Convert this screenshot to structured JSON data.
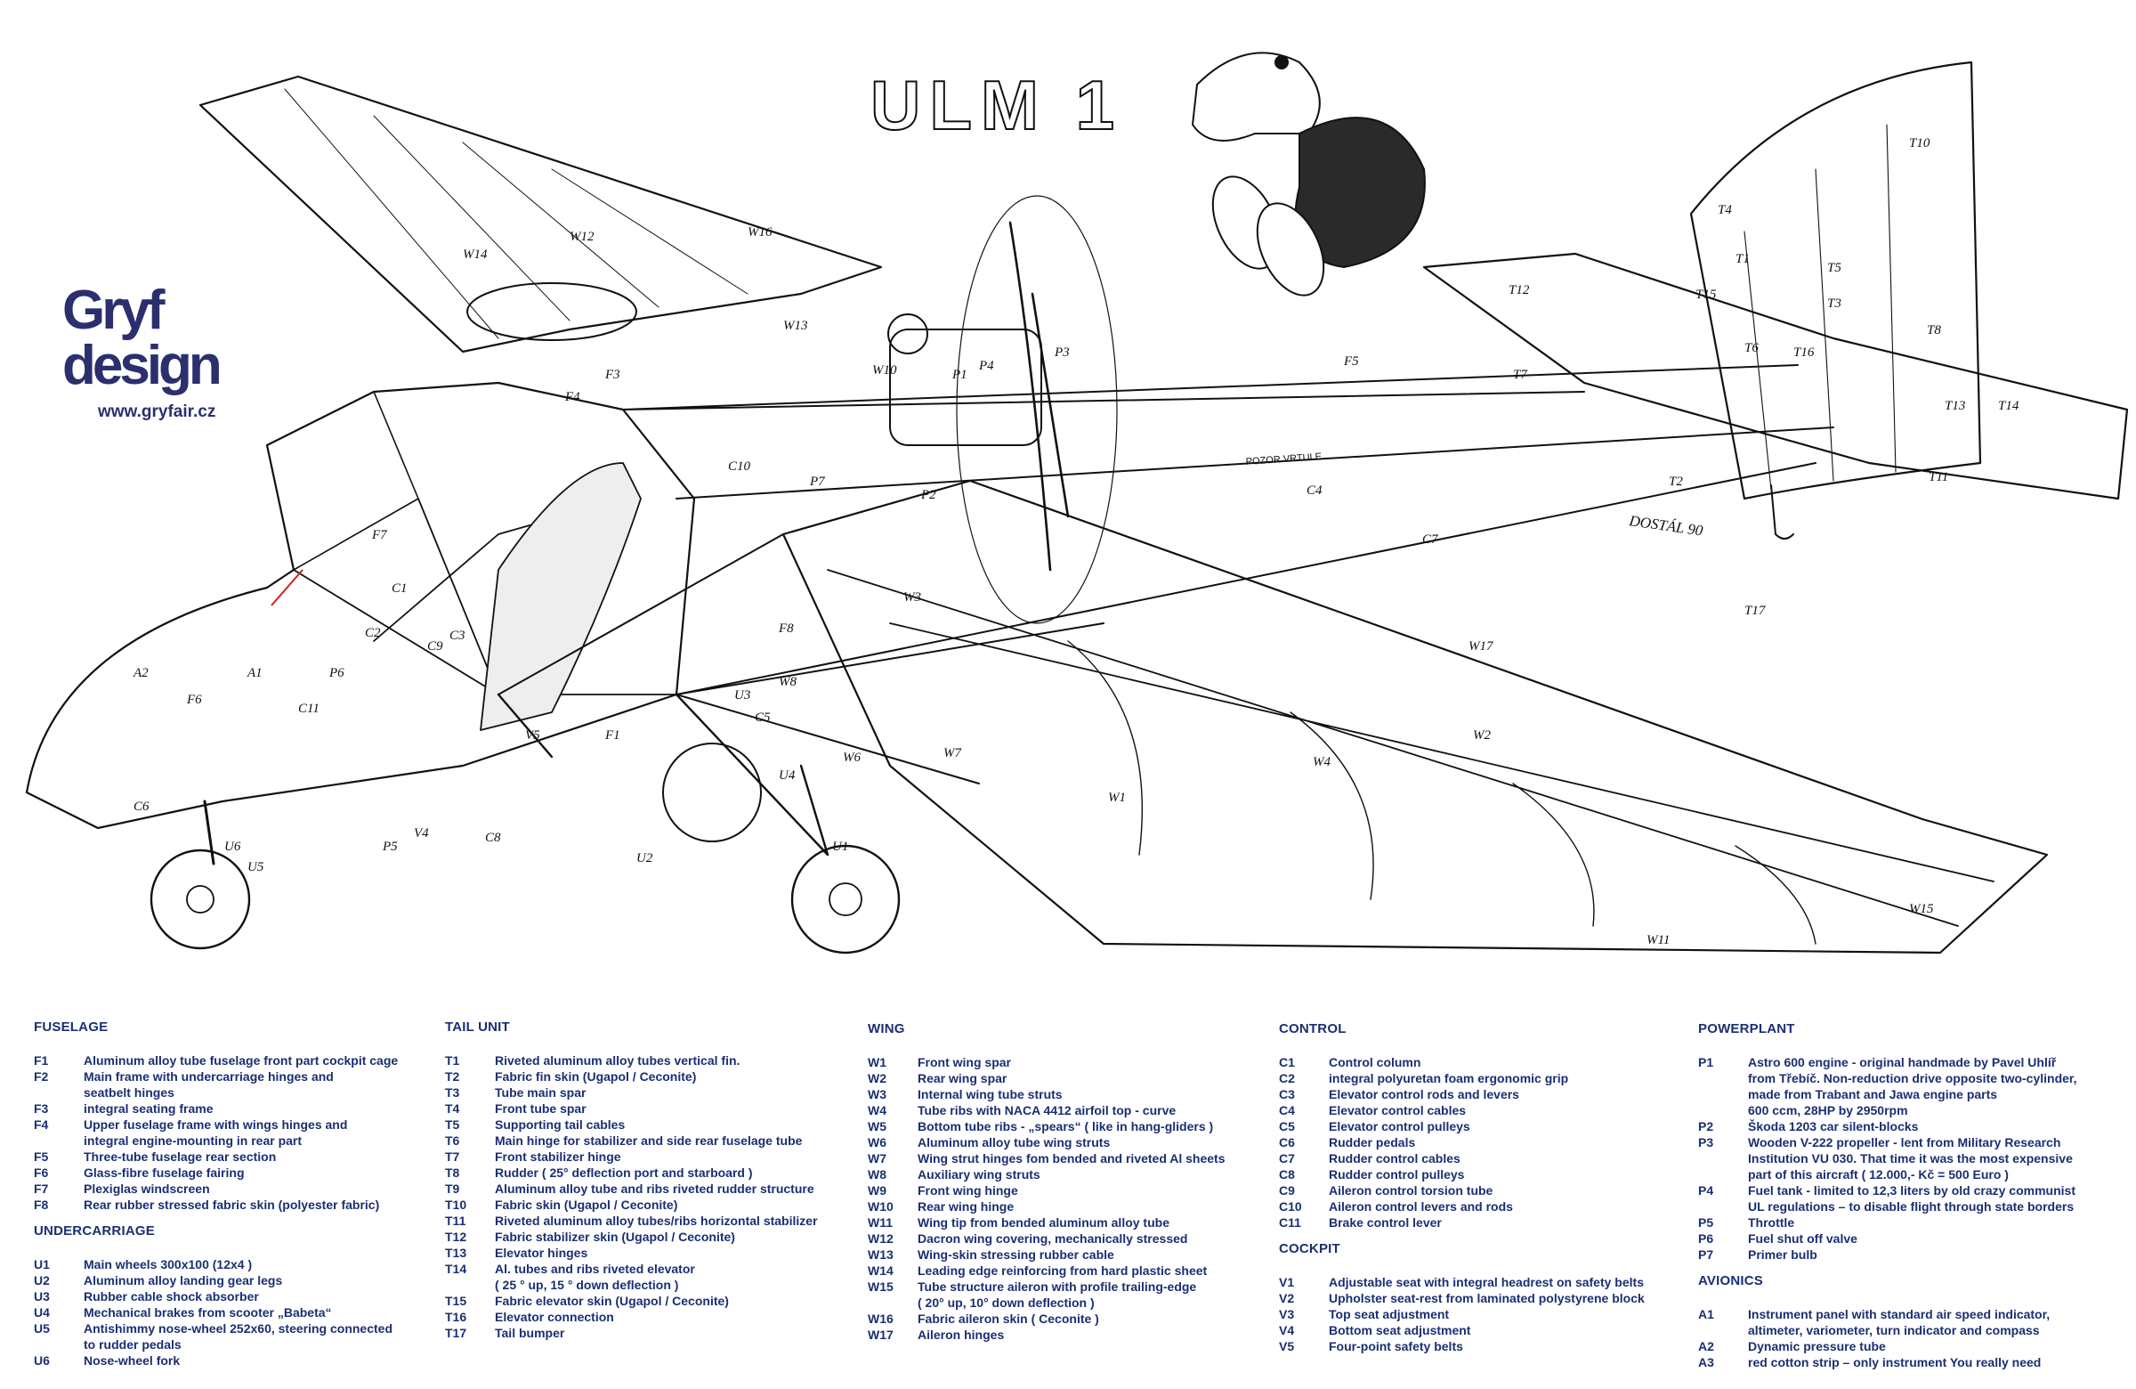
{
  "title": "ULM 1",
  "brand": {
    "logo": "Gryf design",
    "url": "www.gryfair.cz"
  },
  "signature": "DOSTÁL 90",
  "stencil": "POZOR VRTULE",
  "drawing_labels": [
    "W14",
    "W12",
    "W16",
    "W13",
    "W10",
    "P4",
    "P3",
    "P1",
    "P2",
    "P7",
    "F4",
    "F3",
    "F7",
    "F6",
    "F5",
    "F8",
    "F1",
    "A1",
    "A2",
    "C1",
    "C2",
    "C3",
    "C9",
    "C11",
    "C8",
    "C10",
    "C6",
    "C4",
    "C7",
    "C5",
    "P5",
    "P6",
    "V4",
    "V5",
    "U1",
    "U2",
    "U3",
    "U4",
    "U5",
    "U6",
    "W1",
    "W2",
    "W3",
    "W4",
    "W6",
    "W7",
    "W8",
    "W11",
    "W15",
    "W17",
    "T1",
    "T2",
    "T3",
    "T4",
    "T5",
    "T6",
    "T7",
    "T8",
    "T10",
    "T11",
    "T12",
    "T13",
    "T14",
    "T15",
    "T16",
    "T17"
  ],
  "legend": {
    "fuselage": {
      "heading": "FUSELAGE",
      "items": [
        {
          "code": "F1",
          "text": "Aluminum alloy tube fuselage front part cockpit cage"
        },
        {
          "code": "F2",
          "text": "Main frame with undercarriage hinges and\nseatbelt hinges"
        },
        {
          "code": "F3",
          "text": "integral seating frame"
        },
        {
          "code": "F4",
          "text": "Upper fuselage frame with wings hinges and\nintegral engine-mounting in rear part"
        },
        {
          "code": "F5",
          "text": "Three-tube fuselage rear section"
        },
        {
          "code": "F6",
          "text": "Glass-fibre fuselage fairing"
        },
        {
          "code": "F7",
          "text": "Plexiglas  windscreen"
        },
        {
          "code": "F8",
          "text": "Rear rubber stressed fabric skin (polyester fabric)"
        }
      ]
    },
    "undercarriage": {
      "heading": "UNDERCARRIAGE",
      "items": [
        {
          "code": "U1",
          "text": "Main wheels  300x100  (12x4 )"
        },
        {
          "code": "U2",
          "text": "Aluminum alloy landing gear legs"
        },
        {
          "code": "U3",
          "text": "Rubber cable shock absorber"
        },
        {
          "code": "U4",
          "text": "Mechanical brakes  from scooter „Babeta“"
        },
        {
          "code": "U5",
          "text": "Antishimmy nose-wheel  252x60, steering connected\nto rudder  pedals"
        },
        {
          "code": "U6",
          "text": "Nose-wheel fork"
        }
      ]
    },
    "tail": {
      "heading": "TAIL UNIT",
      "items": [
        {
          "code": "T1",
          "text": "Riveted aluminum alloy tubes vertical fin."
        },
        {
          "code": "T2",
          "text": "Fabric fin skin  (Ugapol / Ceconite)"
        },
        {
          "code": "T3",
          "text": "Tube main spar"
        },
        {
          "code": "T4",
          "text": "Front tube spar"
        },
        {
          "code": "T5",
          "text": "Supporting tail cables"
        },
        {
          "code": "T6",
          "text": "Main hinge for stabilizer and side rear fuselage tube"
        },
        {
          "code": "T7",
          "text": "Front stabilizer hinge"
        },
        {
          "code": "T8",
          "text": "Rudder ( 25° deflection port and starboard )"
        },
        {
          "code": "T9",
          "text": "Aluminum alloy tube and ribs riveted rudder structure"
        },
        {
          "code": "T10",
          "text": "Fabric skin (Ugapol / Ceconite)"
        },
        {
          "code": "T11",
          "text": "Riveted aluminum alloy tubes/ribs horizontal stabilizer"
        },
        {
          "code": "T12",
          "text": "Fabric stabilizer skin  (Ugapol / Ceconite)"
        },
        {
          "code": "T13",
          "text": "Elevator hinges"
        },
        {
          "code": "T14",
          "text": "Al. tubes and ribs  riveted  elevator\n( 25 ° up, 15 ° down deflection )"
        },
        {
          "code": "T15",
          "text": "Fabric elevator skin  (Ugapol / Ceconite)"
        },
        {
          "code": "T16",
          "text": "Elevator connection"
        },
        {
          "code": "T17",
          "text": "Tail bumper"
        }
      ]
    },
    "wing": {
      "heading": "WING",
      "items": [
        {
          "code": "W1",
          "text": "Front wing spar"
        },
        {
          "code": "W2",
          "text": "Rear wing spar"
        },
        {
          "code": "W3",
          "text": "Internal wing  tube struts"
        },
        {
          "code": "W4",
          "text": "Tube ribs with NACA 4412 airfoil  top - curve"
        },
        {
          "code": "W5",
          "text": "Bottom tube ribs   - „spears“  ( like in hang-gliders )"
        },
        {
          "code": "W6",
          "text": "Aluminum alloy tube wing struts"
        },
        {
          "code": "W7",
          "text": "Wing strut hinges fom bended and riveted Al sheets"
        },
        {
          "code": "W8",
          "text": "Auxiliary wing struts"
        },
        {
          "code": "W9",
          "text": "Front wing hinge"
        },
        {
          "code": "W10",
          "text": "Rear wing hinge"
        },
        {
          "code": "W11",
          "text": "Wing tip    from bended aluminum alloy tube"
        },
        {
          "code": "W12",
          "text": "Dacron wing covering, mechanically stressed"
        },
        {
          "code": "W13",
          "text": "Wing-skin stressing rubber cable"
        },
        {
          "code": "W14",
          "text": "Leading edge reinforcing from hard plastic sheet"
        },
        {
          "code": "W15",
          "text": "Tube structure aileron with profile trailing-edge\n( 20°  up, 10°  down deflection )"
        },
        {
          "code": "W16",
          "text": "Fabric aileron skin  ( Ceconite )"
        },
        {
          "code": "W17",
          "text": "Aileron hinges"
        }
      ]
    },
    "control": {
      "heading": "CONTROL",
      "items": [
        {
          "code": "C1",
          "text": "Control column"
        },
        {
          "code": "C2",
          "text": "integral polyuretan foam ergonomic grip"
        },
        {
          "code": "C3",
          "text": "Elevator control rods and levers"
        },
        {
          "code": "C4",
          "text": "Elevator control cables"
        },
        {
          "code": "C5",
          "text": "Elevator control pulleys"
        },
        {
          "code": "C6",
          "text": "Rudder pedals"
        },
        {
          "code": "C7",
          "text": "Rudder control cables"
        },
        {
          "code": "C8",
          "text": "Rudder control pulleys"
        },
        {
          "code": "C9",
          "text": "Aileron control torsion tube"
        },
        {
          "code": "C10",
          "text": "Aileron control levers and rods"
        },
        {
          "code": "C11",
          "text": "Brake control lever"
        }
      ]
    },
    "cockpit": {
      "heading": "COCKPIT",
      "items": [
        {
          "code": "V1",
          "text": "Adjustable seat with integral headrest on safety belts"
        },
        {
          "code": "V2",
          "text": "Upholster seat-rest from laminated polystyrene block"
        },
        {
          "code": "V3",
          "text": "Top seat adjustment"
        },
        {
          "code": "V4",
          "text": "Bottom seat adjustment"
        },
        {
          "code": "V5",
          "text": "Four-point safety belts"
        }
      ]
    },
    "powerplant": {
      "heading": "POWERPLANT",
      "items": [
        {
          "code": "P1",
          "text": "Astro 600 engine - original handmade by Pavel Uhlíř\nfrom Třebíč. Non-reduction drive opposite two-cylinder,\nmade from Trabant and Jawa engine parts\n600 ccm, 28HP by 2950rpm"
        },
        {
          "code": "P2",
          "text": "Škoda 1203 car silent-blocks"
        },
        {
          "code": "P3",
          "text": "Wooden V-222 propeller - lent from Military Research\nInstitution  VU 030.  That  time it was the most expensive\npart of this  aircraft    ( 12.000,- Kč = 500 Euro  )"
        },
        {
          "code": "P4",
          "text": "Fuel tank -  limited to 12,3 liters by old crazy communist\nUL regulations – to disable  flight through state borders"
        },
        {
          "code": "P5",
          "text": "Throttle"
        },
        {
          "code": "P6",
          "text": "Fuel shut off  valve"
        },
        {
          "code": "P7",
          "text": "Primer bulb"
        }
      ]
    },
    "avionics": {
      "heading": "AVIONICS",
      "items": [
        {
          "code": "A1",
          "text": "Instrument panel with standard air speed indicator,\naltimeter, variometer, turn indicator and compass"
        },
        {
          "code": "A2",
          "text": "Dynamic pressure tube"
        },
        {
          "code": "A3",
          "text": "red cotton strip – only instrument You really need"
        }
      ]
    }
  }
}
